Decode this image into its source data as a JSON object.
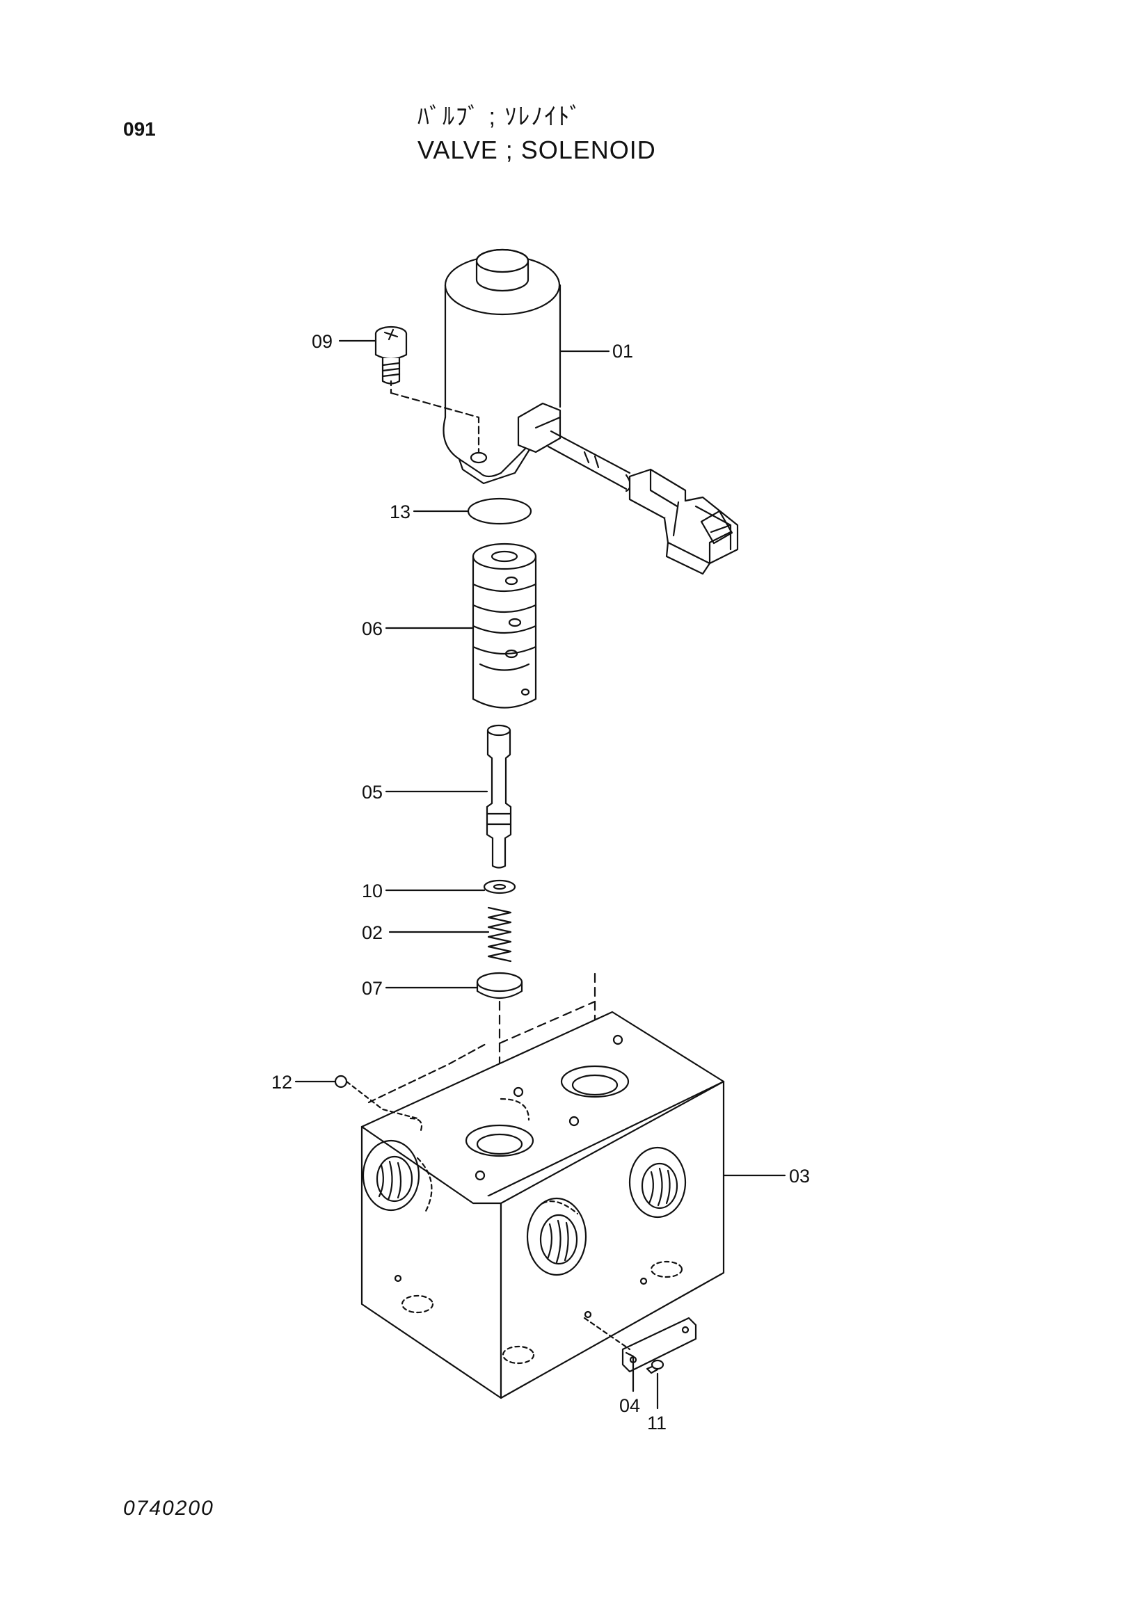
{
  "header": {
    "page_number": "091",
    "title_jp": "ﾊﾞﾙﾌﾞ ; ｿﾚﾉｲﾄﾞ",
    "title_en": "VALVE ; SOLENOID"
  },
  "footer": {
    "document_number": "0740200"
  },
  "callouts": [
    {
      "label": "01"
    },
    {
      "label": "09"
    },
    {
      "label": "13"
    },
    {
      "label": "06"
    },
    {
      "label": "05"
    },
    {
      "label": "10"
    },
    {
      "label": "02"
    },
    {
      "label": "07"
    },
    {
      "label": "12"
    },
    {
      "label": "03"
    },
    {
      "label": "04"
    },
    {
      "label": "11"
    }
  ],
  "colors": {
    "line": "#111111",
    "paper": "#ffffff"
  }
}
